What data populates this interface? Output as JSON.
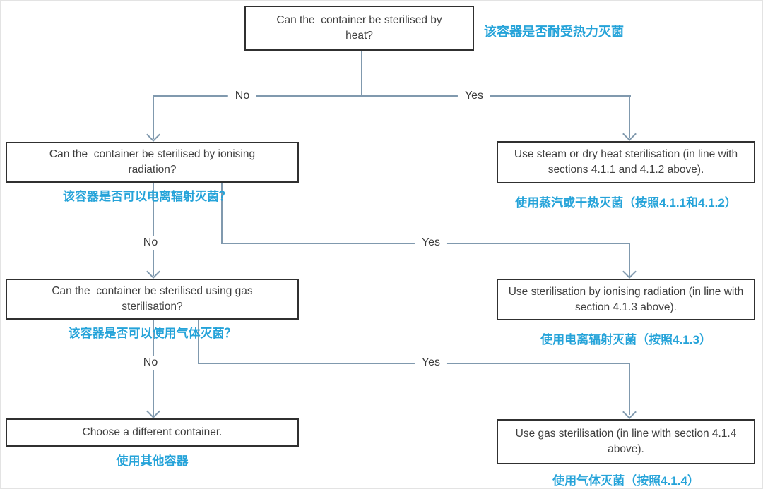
{
  "colors": {
    "accent_cyan": "#25a3d9",
    "connector_blue": "#8099ae",
    "box_border": "#303030",
    "box_text": "#3f3f3f",
    "background": "#ffffff"
  },
  "flowchart": {
    "q_heat": {
      "en": "Can the  container be sterilised by heat?",
      "zh": "该容器是否耐受热力灭菌"
    },
    "q_ionising": {
      "en": "Can the  container be sterilised by ionising radiation?",
      "zh": "该容器是否可以电离辐射灭菌？"
    },
    "q_gas": {
      "en": "Can the  container be sterilised using gas sterilisation?",
      "zh": "该容器是否可以使用气体灭菌？"
    },
    "r_steam_dry_heat": {
      "en": "Use steam or dry heat sterilisation (in line with sections 4.1.1 and 4.1.2 above).",
      "zh": "使用蒸汽或干热灭菌（按照4.1.1和4.1.2）"
    },
    "r_ionising": {
      "en": "Use sterilisation by ionising radiation (in line with section 4.1.3 above).",
      "zh": "使用电离辐射灭菌（按照4.1.3）"
    },
    "r_gas": {
      "en": "Use gas sterilisation (in line with section 4.1.4 above).",
      "zh": "使用气体灭菌（按照4.1.4）"
    },
    "r_different_container": {
      "en": "Choose a different container.",
      "zh": "使用其他容器"
    },
    "labels": {
      "yes": "Yes",
      "no": "No"
    }
  }
}
